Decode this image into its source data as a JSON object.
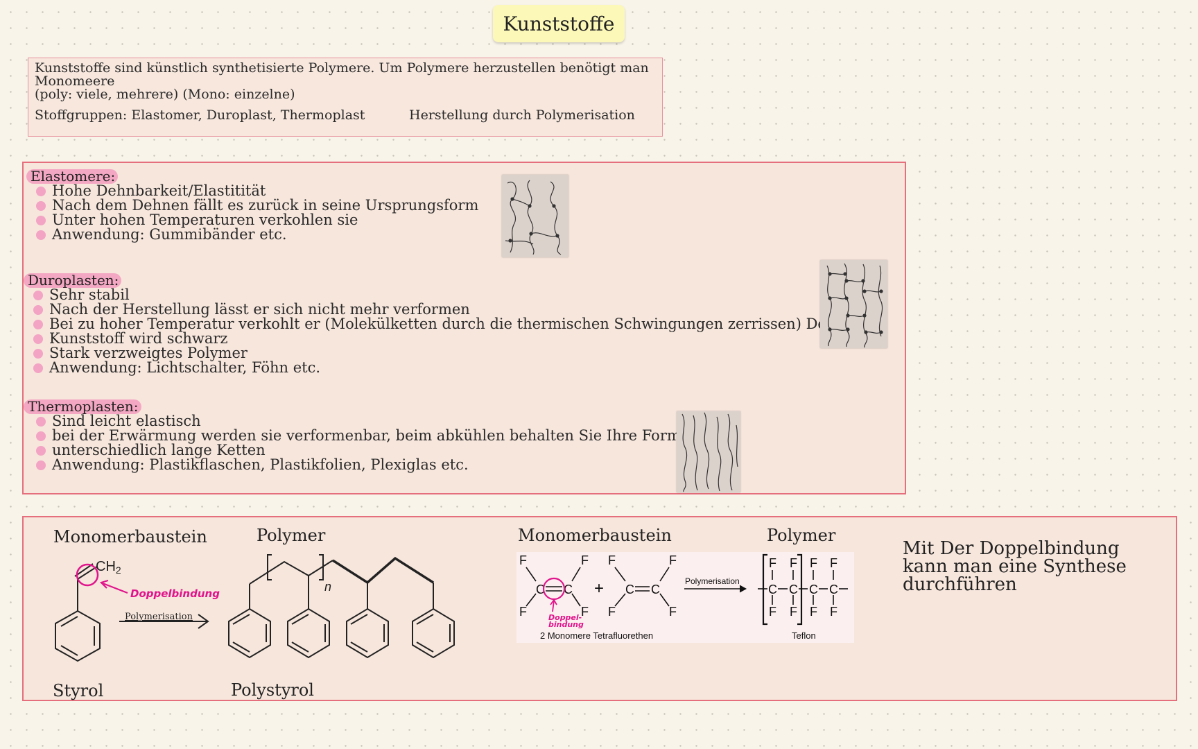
{
  "title": "Kunststoffe",
  "intro": {
    "line1": "Kunststoffe sind künstlich synthetisierte Polymere. Um Polymere herzustellen benötigt man",
    "line2": "Monomeere",
    "line3": "(poly: viele, mehrere) (Mono: einzelne)",
    "groups": "Stoffgruppen: Elastomer, Duroplast, Thermoplast",
    "production": "Herstellung durch Polymerisation"
  },
  "sections": {
    "elastomere": {
      "heading": "Elastomere:",
      "items": [
        "Hohe Dehnbarkeit/Elastitität",
        "Nach dem Dehnen fällt es zurück in seine Ursprungsform",
        "Unter hohen Temperaturen verkohlen sie",
        "Anwendung: Gummibänder etc."
      ]
    },
    "duroplasten": {
      "heading": "Duroplasten:",
      "items": [
        "Sehr stabil",
        "Nach der Herstellung lässt er sich nicht mehr verformen",
        "Bei zu hoher Temperatur verkohlt er (Molekülketten  durch die thermischen Schwingungen zerrissen) Der",
        "Kunststoff wird schwarz",
        "Stark verzweigtes Polymer",
        "Anwendung: Lichtschalter, Föhn etc."
      ]
    },
    "thermoplasten": {
      "heading": "Thermoplasten:",
      "items": [
        "Sind leicht elastisch",
        "bei der Erwärmung werden sie verformenbar, beim abkühlen behalten Sie Ihre Form",
        "unterschiedlich lange Ketten",
        "Anwendung: Plastikflaschen, Plastikfolien, Plexiglas etc."
      ]
    }
  },
  "bottom": {
    "monomer_label_1": "Monomerbaustein",
    "polymer_label_1": "Polymer",
    "styrol": "Styrol",
    "polystyrol": "Polystyrol",
    "ch2": "CH",
    "ch2_sub": "2",
    "doppelbindung": "Doppelbindung",
    "polymerisation_1": "Polymerisation",
    "subscript_n": "n",
    "monomer_label_2": "Monomerbaustein",
    "polymer_label_2": "Polymer",
    "polymerisation_2": "Polymerisation",
    "plus": "+",
    "doppel_1": "Doppel-",
    "doppel_2": "bindung",
    "tetra_caption": "2 Monomere Tetrafluorethen",
    "teflon_caption": "Teflon",
    "note": "Mit Der Doppelbindung kann man eine Synthese durchführen"
  },
  "colors": {
    "highlight_pink": "#f4a7c3",
    "box_border": "#e56f7d",
    "title_bg": "#fcf8b8",
    "handwriting": "#e0148c"
  }
}
